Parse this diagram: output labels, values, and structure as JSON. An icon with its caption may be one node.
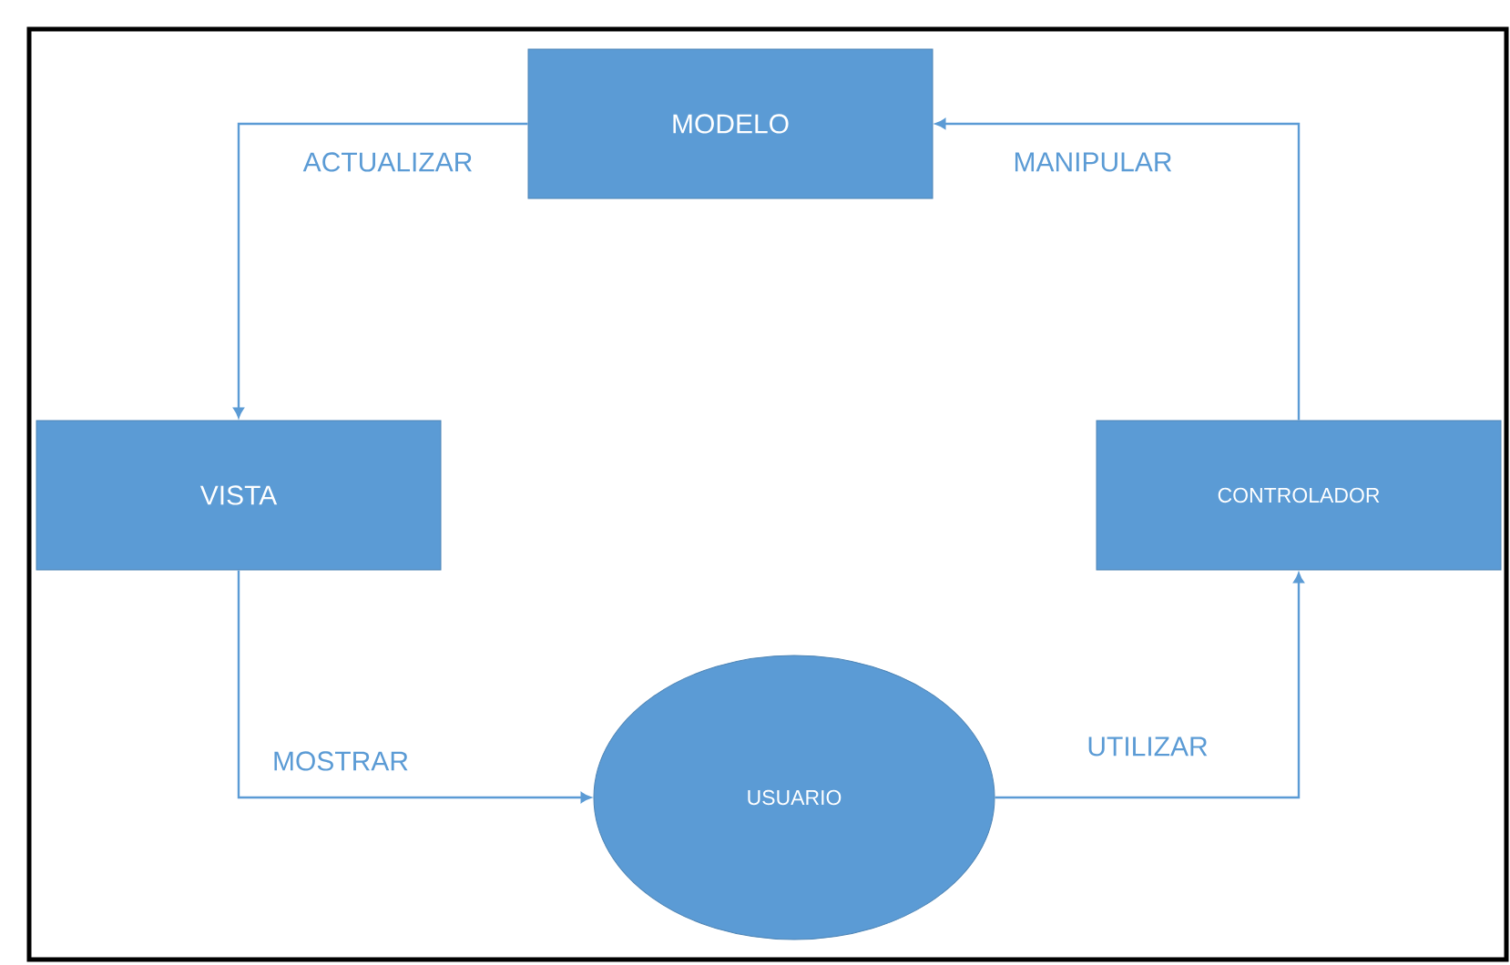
{
  "diagram": {
    "nodes": [
      {
        "text": [
          "MODELO"
        ]
      },
      {
        "text": [
          "VISTA"
        ]
      },
      {
        "text": [
          "CONTROLADOR"
        ]
      },
      {
        "text": [
          "USUARIO"
        ]
      }
    ],
    "edges": [
      {
        "from": 0,
        "to": 1,
        "arrow": "to",
        "label": "ACTUALIZAR"
      },
      {
        "from": 1,
        "to": 3,
        "arrow": "to",
        "label": "MOSTRAR"
      },
      {
        "from": 3,
        "to": 2,
        "arrow": "to",
        "label": "UTILIZAR"
      },
      {
        "from": 2,
        "to": 0,
        "arrow": "to",
        "label": "MANIPULAR"
      }
    ]
  }
}
